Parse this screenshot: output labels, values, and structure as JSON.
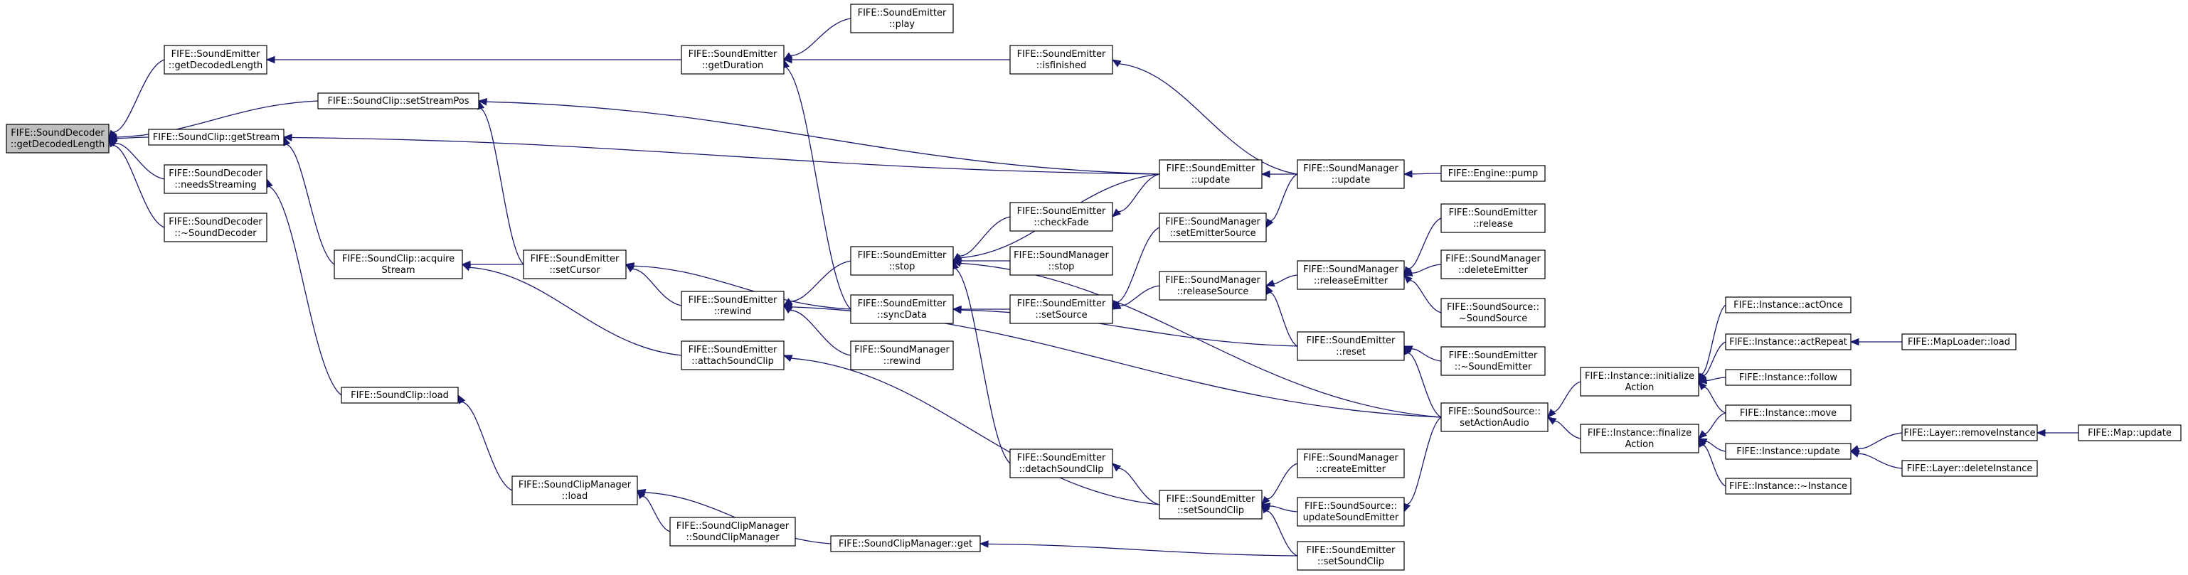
{
  "title": "",
  "colors": {
    "edge": "#191970",
    "node_border": "#000000",
    "root_fill": "#bfbfbf",
    "node_fill": "#ffffff"
  },
  "nodes": [
    {
      "id": "decodedLen",
      "lines": [
        "FIFE::SoundDecoder",
        "::getDecodedLength"
      ],
      "root": true
    },
    {
      "id": "emGetDecodedLen",
      "lines": [
        "FIFE::SoundEmitter",
        "::getDecodedLength"
      ]
    },
    {
      "id": "clipSetStreamPos",
      "lines": [
        "FIFE::SoundClip::setStreamPos"
      ]
    },
    {
      "id": "clipGetStream",
      "lines": [
        "FIFE::SoundClip::getStream"
      ]
    },
    {
      "id": "decNeedsStreaming",
      "lines": [
        "FIFE::SoundDecoder",
        "::needsStreaming"
      ]
    },
    {
      "id": "decDtor",
      "lines": [
        "FIFE::SoundDecoder",
        "::~SoundDecoder"
      ]
    },
    {
      "id": "clipAcquire",
      "lines": [
        "FIFE::SoundClip::acquire",
        "Stream"
      ]
    },
    {
      "id": "clipLoad",
      "lines": [
        "FIFE::SoundClip::load"
      ]
    },
    {
      "id": "emGetDuration",
      "lines": [
        "FIFE::SoundEmitter",
        "::getDuration"
      ]
    },
    {
      "id": "emSetCursor",
      "lines": [
        "FIFE::SoundEmitter",
        "::setCursor"
      ]
    },
    {
      "id": "emRewind",
      "lines": [
        "FIFE::SoundEmitter",
        "::rewind"
      ]
    },
    {
      "id": "emAttach",
      "lines": [
        "FIFE::SoundEmitter",
        "::attachSoundClip"
      ]
    },
    {
      "id": "cmLoad",
      "lines": [
        "FIFE::SoundClipManager",
        "::load"
      ]
    },
    {
      "id": "cmCtor",
      "lines": [
        "FIFE::SoundClipManager",
        "::SoundClipManager"
      ]
    },
    {
      "id": "cmGet",
      "lines": [
        "FIFE::SoundClipManager::get"
      ]
    },
    {
      "id": "emPlay",
      "lines": [
        "FIFE::SoundEmitter",
        "::play"
      ]
    },
    {
      "id": "emIsFinished",
      "lines": [
        "FIFE::SoundEmitter",
        "::isfinished"
      ]
    },
    {
      "id": "emStop",
      "lines": [
        "FIFE::SoundEmitter",
        "::stop"
      ]
    },
    {
      "id": "emSyncData",
      "lines": [
        "FIFE::SoundEmitter",
        "::syncData"
      ]
    },
    {
      "id": "smRewind",
      "lines": [
        "FIFE::SoundManager",
        "::rewind"
      ]
    },
    {
      "id": "emCheckFade",
      "lines": [
        "FIFE::SoundEmitter",
        "::checkFade"
      ]
    },
    {
      "id": "smStop",
      "lines": [
        "FIFE::SoundManager",
        "::stop"
      ]
    },
    {
      "id": "emSetSource",
      "lines": [
        "FIFE::SoundEmitter",
        "::setSource"
      ]
    },
    {
      "id": "emDetach",
      "lines": [
        "FIFE::SoundEmitter",
        "::detachSoundClip"
      ]
    },
    {
      "id": "emSetSoundClip",
      "lines": [
        "FIFE::SoundEmitter",
        "::setSoundClip"
      ]
    },
    {
      "id": "emUpdate",
      "lines": [
        "FIFE::SoundEmitter",
        "::update"
      ]
    },
    {
      "id": "smSetEmitterSource",
      "lines": [
        "FIFE::SoundManager",
        "::setEmitterSource"
      ]
    },
    {
      "id": "smReleaseSource",
      "lines": [
        "FIFE::SoundManager",
        "::releaseSource"
      ]
    },
    {
      "id": "smUpdate",
      "lines": [
        "FIFE::SoundManager",
        "::update"
      ]
    },
    {
      "id": "smReleaseEmitter",
      "lines": [
        "FIFE::SoundManager",
        "::releaseEmitter"
      ]
    },
    {
      "id": "emReset",
      "lines": [
        "FIFE::SoundEmitter",
        "::reset"
      ]
    },
    {
      "id": "smCreateEmitter",
      "lines": [
        "FIFE::SoundManager",
        "::createEmitter"
      ]
    },
    {
      "id": "ssUpdateSoundEmitter",
      "lines": [
        "FIFE::SoundSource::",
        "updateSoundEmitter"
      ]
    },
    {
      "id": "emSetSoundClip2",
      "lines": [
        "FIFE::SoundEmitter",
        "::setSoundClip"
      ]
    },
    {
      "id": "enginePump",
      "lines": [
        "FIFE::Engine::pump"
      ]
    },
    {
      "id": "emRelease",
      "lines": [
        "FIFE::SoundEmitter",
        "::release"
      ]
    },
    {
      "id": "smDeleteEmitter",
      "lines": [
        "FIFE::SoundManager",
        "::deleteEmitter"
      ]
    },
    {
      "id": "ssDtor",
      "lines": [
        "FIFE::SoundSource::",
        "~SoundSource"
      ]
    },
    {
      "id": "emDtor",
      "lines": [
        "FIFE::SoundEmitter",
        "::~SoundEmitter"
      ]
    },
    {
      "id": "ssSetActionAudio",
      "lines": [
        "FIFE::SoundSource::",
        "setActionAudio"
      ]
    },
    {
      "id": "instInitAction",
      "lines": [
        "FIFE::Instance::initialize",
        "Action"
      ]
    },
    {
      "id": "instFinalizeAction",
      "lines": [
        "FIFE::Instance::finalize",
        "Action"
      ]
    },
    {
      "id": "instActOnce",
      "lines": [
        "FIFE::Instance::actOnce"
      ]
    },
    {
      "id": "instActRepeat",
      "lines": [
        "FIFE::Instance::actRepeat"
      ]
    },
    {
      "id": "instFollow",
      "lines": [
        "FIFE::Instance::follow"
      ]
    },
    {
      "id": "instMove",
      "lines": [
        "FIFE::Instance::move"
      ]
    },
    {
      "id": "instUpdate",
      "lines": [
        "FIFE::Instance::update"
      ]
    },
    {
      "id": "instDtor",
      "lines": [
        "FIFE::Instance::~Instance"
      ]
    },
    {
      "id": "mapLoaderLoad",
      "lines": [
        "FIFE::MapLoader::load"
      ]
    },
    {
      "id": "layerRemove",
      "lines": [
        "FIFE::Layer::removeInstance"
      ]
    },
    {
      "id": "layerDelete",
      "lines": [
        "FIFE::Layer::deleteInstance"
      ]
    },
    {
      "id": "mapUpdate",
      "lines": [
        "FIFE::Map::update"
      ]
    }
  ],
  "edges": [
    [
      "emGetDecodedLen",
      "decodedLen"
    ],
    [
      "clipSetStreamPos",
      "decodedLen"
    ],
    [
      "clipGetStream",
      "decodedLen"
    ],
    [
      "decNeedsStreaming",
      "decodedLen"
    ],
    [
      "decDtor",
      "decodedLen"
    ],
    [
      "emGetDuration",
      "emGetDecodedLen"
    ],
    [
      "emSetCursor",
      "clipSetStreamPos"
    ],
    [
      "emUpdate",
      "clipSetStreamPos"
    ],
    [
      "clipAcquire",
      "clipGetStream"
    ],
    [
      "emUpdate",
      "clipGetStream"
    ],
    [
      "clipLoad",
      "decNeedsStreaming"
    ],
    [
      "emSetCursor",
      "clipAcquire"
    ],
    [
      "emAttach",
      "clipAcquire"
    ],
    [
      "cmLoad",
      "clipLoad"
    ],
    [
      "emPlay",
      "emGetDuration"
    ],
    [
      "emIsFinished",
      "emGetDuration"
    ],
    [
      "emSyncData",
      "emGetDuration"
    ],
    [
      "emRewind",
      "emSetCursor"
    ],
    [
      "emSyncData",
      "emSetCursor"
    ],
    [
      "emStop",
      "emRewind"
    ],
    [
      "smRewind",
      "emRewind"
    ],
    [
      "ssSetActionAudio",
      "emRewind"
    ],
    [
      "emSetSoundClip",
      "emAttach"
    ],
    [
      "cmCtor",
      "cmLoad"
    ],
    [
      "cmGet",
      "cmLoad"
    ],
    [
      "emSetSoundClip2",
      "cmGet"
    ],
    [
      "smUpdate",
      "emIsFinished"
    ],
    [
      "emUpdate",
      "emStop"
    ],
    [
      "emCheckFade",
      "emStop"
    ],
    [
      "smStop",
      "emStop"
    ],
    [
      "emDetach",
      "emStop"
    ],
    [
      "ssSetActionAudio",
      "emStop"
    ],
    [
      "emSetSource",
      "emSyncData"
    ],
    [
      "emReset",
      "emSyncData"
    ],
    [
      "emUpdate",
      "emCheckFade"
    ],
    [
      "smReleaseSource",
      "emSetSource"
    ],
    [
      "smSetEmitterSource",
      "emSetSource"
    ],
    [
      "emSetSoundClip",
      "emDetach"
    ],
    [
      "ssUpdateSoundEmitter",
      "emSetSoundClip"
    ],
    [
      "smCreateEmitter",
      "emSetSoundClip"
    ],
    [
      "emSetSoundClip2",
      "emSetSoundClip"
    ],
    [
      "smUpdate",
      "emUpdate"
    ],
    [
      "smUpdate",
      "smSetEmitterSource"
    ],
    [
      "smReleaseEmitter",
      "smReleaseSource"
    ],
    [
      "emReset",
      "smReleaseSource"
    ],
    [
      "enginePump",
      "smUpdate"
    ],
    [
      "emRelease",
      "smReleaseEmitter"
    ],
    [
      "smDeleteEmitter",
      "smReleaseEmitter"
    ],
    [
      "ssDtor",
      "smReleaseEmitter"
    ],
    [
      "emDtor",
      "emReset"
    ],
    [
      "ssSetActionAudio",
      "emReset"
    ],
    [
      "instInitAction",
      "ssSetActionAudio"
    ],
    [
      "instFinalizeAction",
      "ssSetActionAudio"
    ],
    [
      "ssSetActionAudio",
      "ssUpdateSoundEmitter"
    ],
    [
      "instActOnce",
      "instInitAction"
    ],
    [
      "instActRepeat",
      "instInitAction"
    ],
    [
      "instFollow",
      "instInitAction"
    ],
    [
      "instMove",
      "instInitAction"
    ],
    [
      "instMove",
      "instFinalizeAction"
    ],
    [
      "instUpdate",
      "instFinalizeAction"
    ],
    [
      "instDtor",
      "instFinalizeAction"
    ],
    [
      "mapLoaderLoad",
      "instActRepeat"
    ],
    [
      "layerRemove",
      "instUpdate"
    ],
    [
      "layerDelete",
      "instUpdate"
    ],
    [
      "mapUpdate",
      "layerRemove"
    ]
  ]
}
